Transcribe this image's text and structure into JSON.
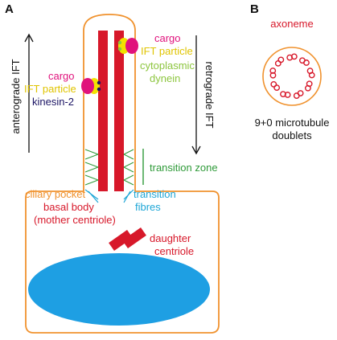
{
  "panels": {
    "a": "A",
    "b": "B"
  },
  "labels": {
    "anterograde": "anterograde IFT",
    "retrograde": "retrograde IFT",
    "cargo_left": "cargo",
    "ift_left": "IFT particle",
    "kinesin": "kinesin-2",
    "cargo_right": "cargo",
    "ift_right": "IFT particle",
    "dynein_1": "cytoplasmic",
    "dynein_2": "dynein",
    "transition_zone": "transition zone",
    "ciliary_pocket": "ciliary pocket",
    "transition_fibres_1": "transition",
    "transition_fibres_2": "fibres",
    "basal_body_1": "basal body",
    "basal_body_2": "(mother centriole)",
    "daughter_1": "daughter",
    "daughter_2": "centriole",
    "axoneme": "axoneme",
    "doublets_1": "9+0 microtubule",
    "doublets_2": "doublets"
  },
  "colors": {
    "membrane": "#f0922e",
    "microtubule": "#d7182a",
    "transition_zone": "#2e9a38",
    "transition_fibres": "#1ea6d6",
    "nucleus": "#1e9fe3",
    "cargo": "#e0127c",
    "ift_particle": "#f2e200",
    "dynein": "#8dc63f",
    "kinesin": "#1b1464",
    "arrow": "#111111"
  }
}
